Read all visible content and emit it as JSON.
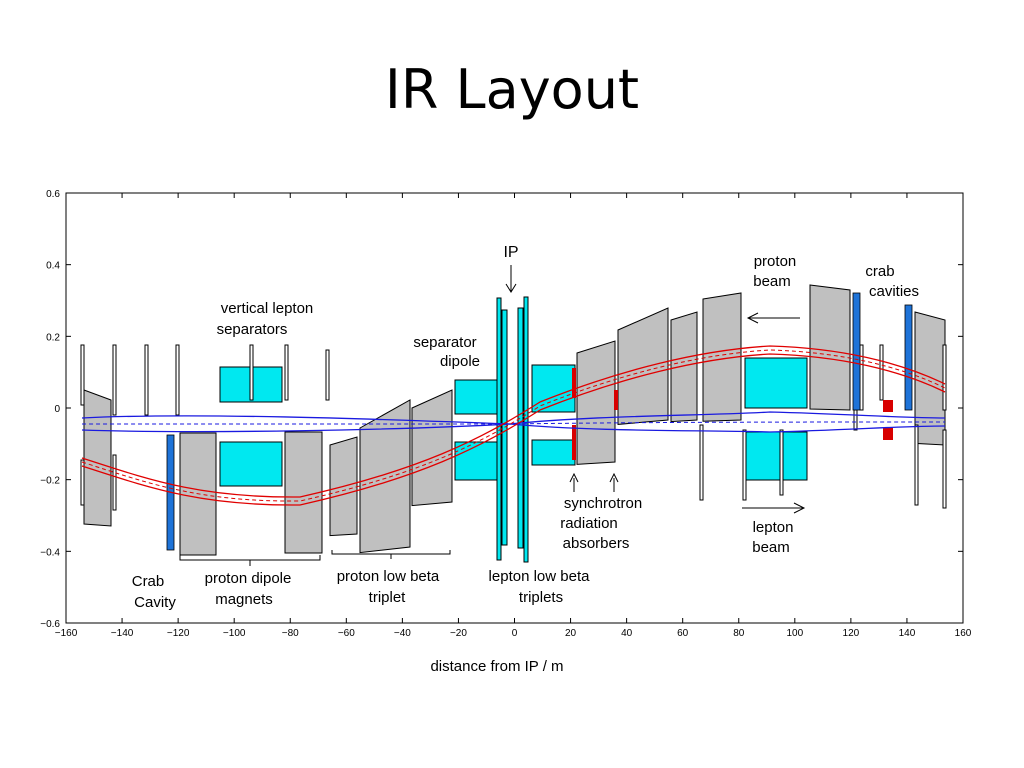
{
  "title": "IR Layout",
  "diagram": {
    "x_axis": {
      "label": "distance from IP  / m",
      "ticks": [
        "−160",
        "−140",
        "−120",
        "−100",
        "−80",
        "−60",
        "−40",
        "−20",
        "0",
        "20",
        "40",
        "60",
        "80",
        "100",
        "120",
        "140",
        "160"
      ]
    },
    "y_axis": {
      "ticks": [
        "0.6",
        "0.4",
        "0.2",
        "0",
        "−0.2",
        "−0.4",
        "−0.6"
      ]
    },
    "labels": {
      "ip": "IP",
      "vertical_lepton_separators": [
        "vertical lepton",
        "separators"
      ],
      "separator_dipole": [
        "separator",
        "dipole"
      ],
      "proton_beam": [
        "proton",
        "beam"
      ],
      "crab_cavities": [
        "crab",
        "cavities"
      ],
      "synchrotron_radiation_absorbers": [
        "synchrotron",
        "radiation",
        "absorbers"
      ],
      "lepton_beam": [
        "lepton",
        "beam"
      ],
      "crab_cavity": [
        "Crab",
        "Cavity"
      ],
      "proton_dipole_magnets": [
        "proton dipole",
        "magnets"
      ],
      "proton_low_beta_triplet": [
        "proton low beta",
        "triplet"
      ],
      "lepton_low_beta_triplets": [
        "lepton low beta",
        "triplets"
      ]
    },
    "colors": {
      "magnet": "#c0c0c0",
      "lepton_element": "#00e8f0",
      "crab": "#1e73d8",
      "absorber": "#d80000",
      "proton_beam": "#e00000",
      "lepton_beam": "#1a1ae0"
    }
  }
}
